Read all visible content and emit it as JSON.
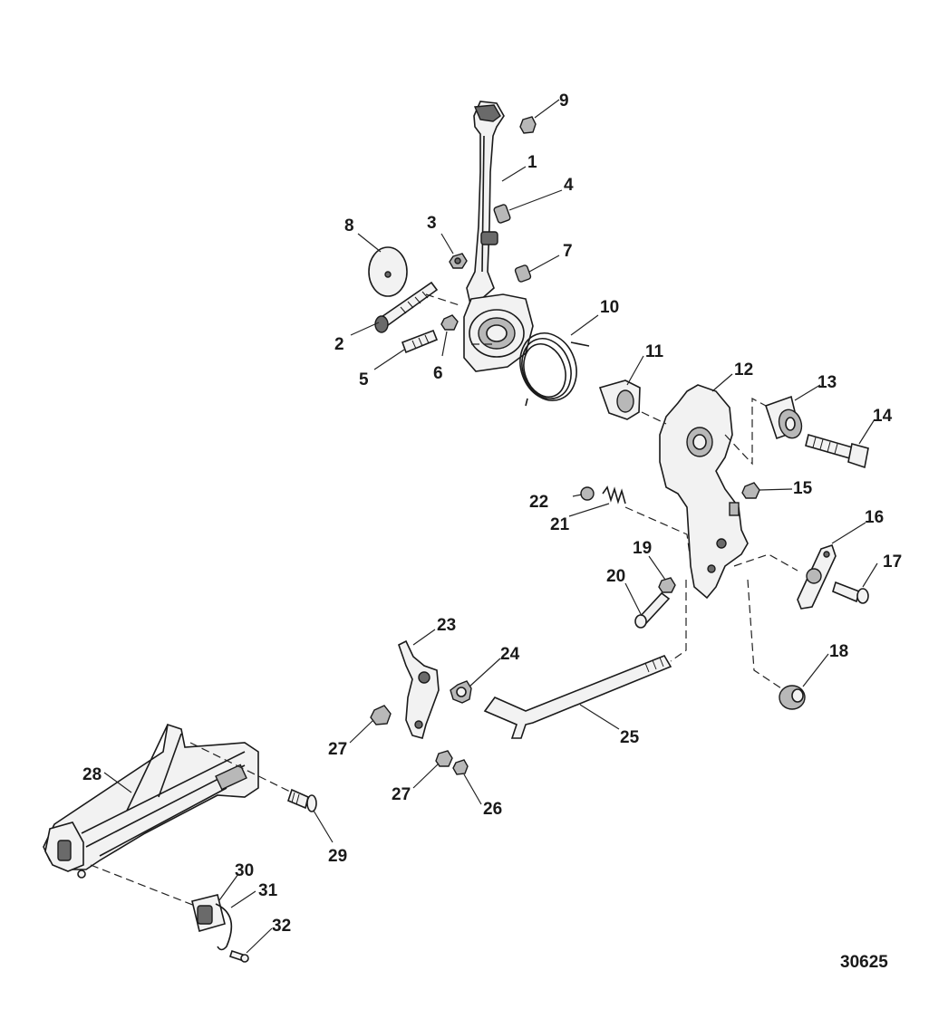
{
  "figure_number": "30625",
  "callouts": [
    "1",
    "2",
    "3",
    "4",
    "5",
    "6",
    "7",
    "8",
    "9",
    "10",
    "11",
    "12",
    "13",
    "14",
    "15",
    "16",
    "17",
    "18",
    "19",
    "20",
    "21",
    "22",
    "23",
    "24",
    "25",
    "26",
    "27",
    "27",
    "28",
    "29",
    "30",
    "31",
    "32"
  ]
}
